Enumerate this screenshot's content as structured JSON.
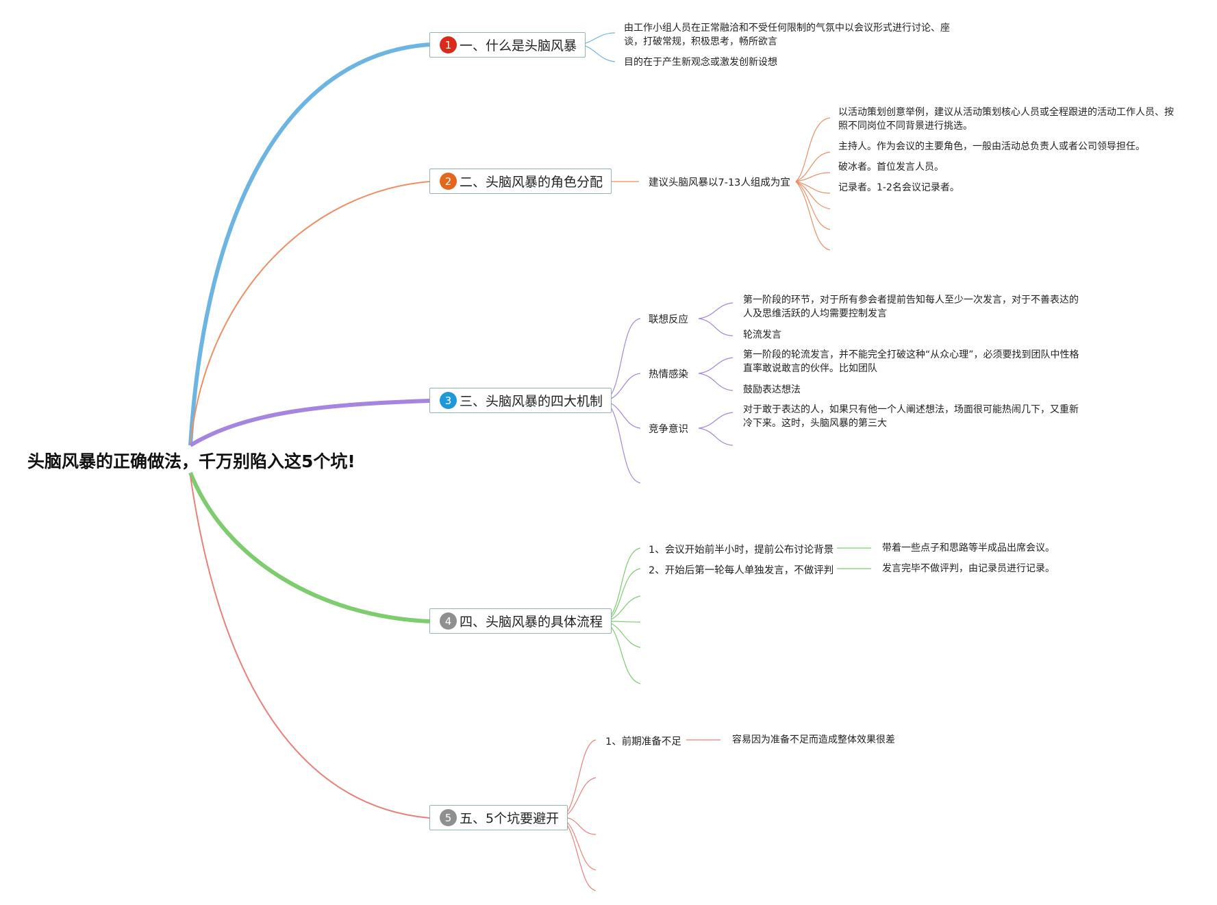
{
  "root": {
    "title": "头脑风暴的正确做法，千万别陷入这5个坑!"
  },
  "colors": {
    "b1": "#6cb5e3",
    "b2": "#ee8e63",
    "b3": "#a585e0",
    "b4": "#7dcc6e",
    "b5": "#eb7f79",
    "n1": "#d92a1c",
    "n2": "#e3661b",
    "n3": "#1e98d8",
    "n4": "#8f8f8f",
    "n5": "#8f8f8f"
  },
  "branch1": {
    "num": "1",
    "label": "一、什么是头脑风暴",
    "leaf1": "由工作小组人员在正常融洽和不受任何限制的气氛中以会议形式进行讨论、座谈，打破常规，积极思考，畅所欲言",
    "leaf2": "目的在于产生新观念或激发创新设想"
  },
  "branch2": {
    "num": "2",
    "label": "二、头脑风暴的角色分配",
    "sub": "建议头脑风暴以7-13人组成为宜",
    "leaves": [
      "以活动策划创意举例，建议从活动策划核心人员或全程跟进的活动工作人员、按照不同岗位不同背景进行挑选。",
      "主持人。作为会议的主要角色，一般由活动总负责人或者公司领导担任。",
      "破冰者。首位发言人员。",
      "记录者。1-2名会议记录者。"
    ]
  },
  "branch3": {
    "num": "3",
    "label": "三、头脑风暴的四大机制",
    "subs": [
      "联想反应",
      "热情感染",
      "竞争意识"
    ],
    "leaves": [
      "第一阶段的环节，对于所有参会者提前告知每人至少一次发言，对于不善表达的人及思维活跃的人均需要控制发言",
      "轮流发言",
      "第一阶段的轮流发言，并不能完全打破这种“从众心理”，必须要找到团队中性格直率敢说敢言的伙伴。比如团队",
      "鼓励表达想法",
      "对于敢于表达的人，如果只有他一个人阐述想法，场面很可能热闹几下，又重新冷下来。这时，头脑风暴的第三大"
    ]
  },
  "branch4": {
    "num": "4",
    "label": "四、头脑风暴的具体流程",
    "subs": [
      "1、会议开始前半小时，提前公布讨论背景",
      "2、开始后第一轮每人单独发言，不做评判"
    ],
    "leaves": [
      "带着一些点子和思路等半成品出席会议。",
      "发言完毕不做评判，由记录员进行记录。"
    ]
  },
  "branch5": {
    "num": "5",
    "label": "五、5个坑要避开",
    "sub": "1、前期准备不足",
    "leaf": "容易因为准备不足而造成整体效果很差"
  }
}
